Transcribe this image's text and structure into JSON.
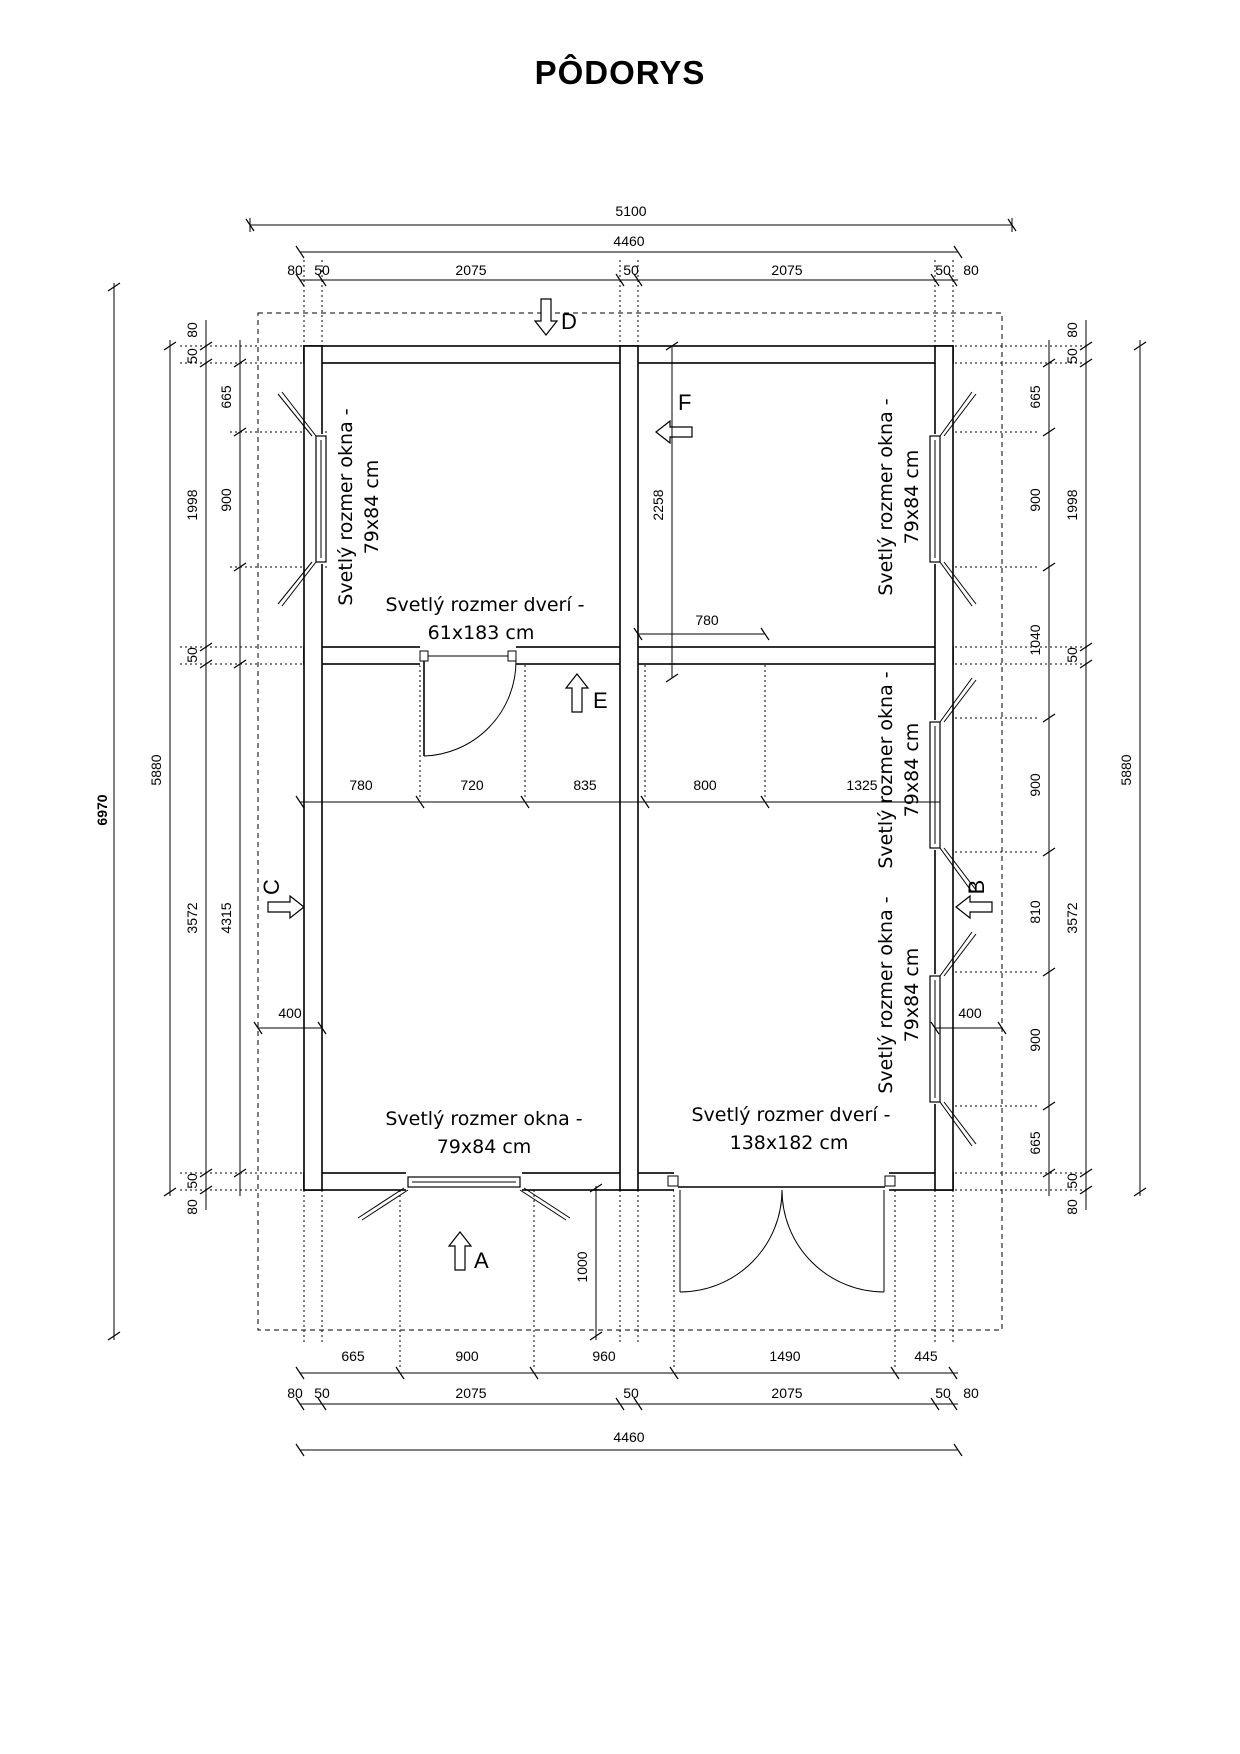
{
  "title": "PÔDORYS",
  "dims": {
    "total_width": "5100",
    "inner_width": "4460",
    "seg_80": "80",
    "seg_50": "50",
    "seg_2075": "2075",
    "total_height": "6970",
    "inner_height": "5880",
    "h_665": "665",
    "h_900": "900",
    "h_1998": "1998",
    "h_2258": "2258",
    "h_780": "780",
    "h_3572": "3572",
    "h_4315": "4315",
    "h_1040": "1040",
    "h_810": "810",
    "h_400": "400",
    "h_1000": "1000",
    "mid_720": "720",
    "mid_835": "835",
    "mid_800": "800",
    "mid_1325": "1325",
    "bot_960": "960",
    "bot_1490": "1490",
    "bot_445": "445"
  },
  "notes": {
    "window_line1": "Svetlý rozmer okna -",
    "window_line2": "79x84 cm",
    "door1_line1": "Svetlý rozmer dverí -",
    "door1_line2": "61x183 cm",
    "door2_line1": "Svetlý rozmer dverí -",
    "door2_line2": "138x182 cm"
  },
  "views": {
    "a": "A",
    "b": "B",
    "c": "C",
    "d": "D",
    "e": "E",
    "f": "F"
  }
}
